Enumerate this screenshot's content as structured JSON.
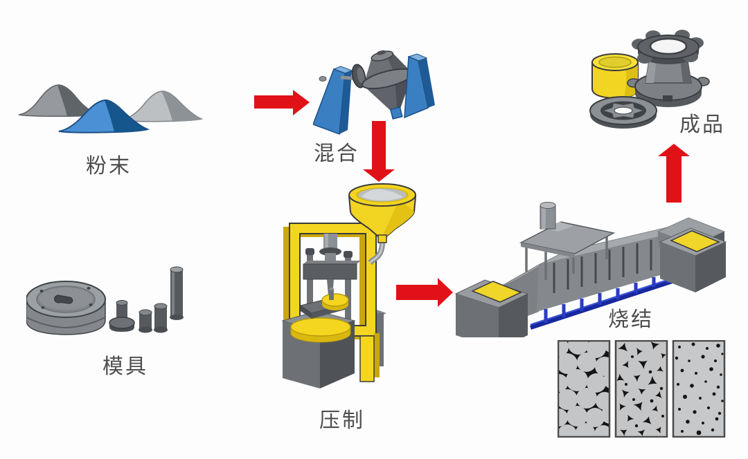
{
  "diagram": {
    "topic": "powder-metallurgy-process-flow",
    "stages": [
      {
        "id": "powder",
        "label": "粉末"
      },
      {
        "id": "mixing",
        "label": "混合"
      },
      {
        "id": "mold",
        "label": "模具"
      },
      {
        "id": "pressing",
        "label": "压制"
      },
      {
        "id": "sintering",
        "label": "烧结"
      },
      {
        "id": "product",
        "label": "成品"
      }
    ],
    "arrows": [
      {
        "from": "powder",
        "to": "mixing",
        "direction": "right"
      },
      {
        "from": "mixing",
        "to": "pressing",
        "direction": "down"
      },
      {
        "from": "mold",
        "to": "pressing",
        "direction": "right"
      },
      {
        "from": "pressing",
        "to": "sintering",
        "direction": "right"
      },
      {
        "from": "sintering",
        "to": "product",
        "direction": "up"
      }
    ],
    "colors": {
      "arrow_red": "#e01218",
      "machine_yellow": "#f2d422",
      "machine_yellow_dark": "#c9a70e",
      "machine_blue": "#3a7fc1",
      "machine_blue_dark": "#1e5a96",
      "rail_blue": "#2236c0",
      "metal_gray_light": "#a6aaae",
      "metal_gray": "#84888c",
      "metal_gray_dark": "#565a5e",
      "powder_blue": "#4a90d5",
      "label_text": "#4d4d4d",
      "micrograph_bg": "#c3c5c7",
      "pore_black": "#141414"
    },
    "micrographs": [
      {
        "stage": "particles-with-large-pores"
      },
      {
        "stage": "necking-shrinking-pores"
      },
      {
        "stage": "dense-isolated-pores"
      }
    ]
  }
}
